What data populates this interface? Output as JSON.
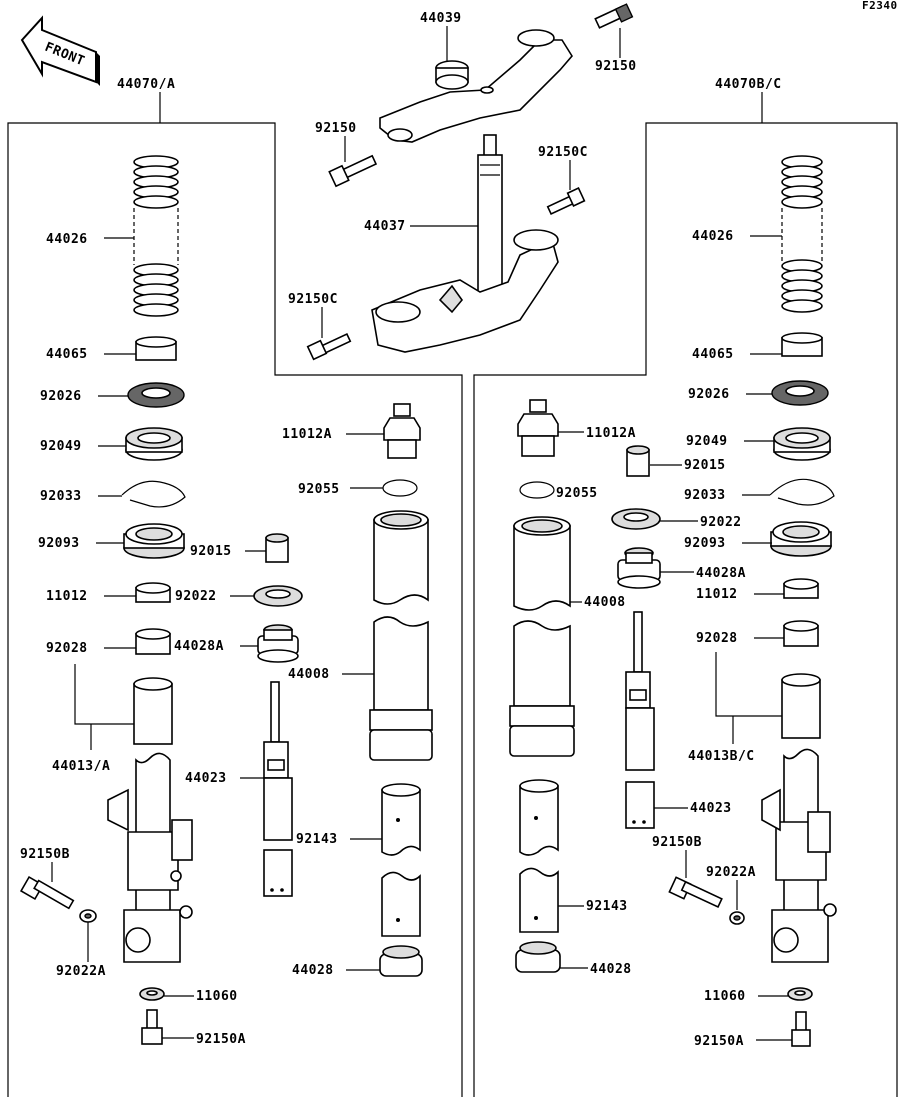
{
  "figure_code": "F2340",
  "front_sign": "FRONT",
  "labels": {
    "l_44039": "44039",
    "l_92150_top": "92150",
    "l_92150_mid": "92150",
    "l_92150C_a": "92150C",
    "l_92150C_b": "92150C",
    "l_44037": "44037",
    "l_44070A": "44070/A",
    "l_44070BC": "44070B/C",
    "L_44026": "44026",
    "L_44065": "44065",
    "L_92026": "92026",
    "L_92049": "92049",
    "L_92033": "92033",
    "L_92093": "92093",
    "L_92015": "92015",
    "L_11012": "11012",
    "L_92022": "92022",
    "L_92028": "92028",
    "L_44028A": "44028A",
    "L_44013A": "44013/A",
    "L_44023": "44023",
    "L_92150B": "92150B",
    "L_92022A": "92022A",
    "L_11060": "11060",
    "L_92150A": "92150A",
    "L_11012A": "11012A",
    "L_92055": "92055",
    "L_44008": "44008",
    "L_92143": "92143",
    "L_44028": "44028",
    "R_44026": "44026",
    "R_44065": "44065",
    "R_92026": "92026",
    "R_11012A": "11012A",
    "R_92049": "92049",
    "R_92015": "92015",
    "R_92055": "92055",
    "R_92033": "92033",
    "R_92022": "92022",
    "R_92093": "92093",
    "R_44028A": "44028A",
    "R_44008": "44008",
    "R_11012": "11012",
    "R_92028": "92028",
    "R_44013BC": "44013B/C",
    "R_44023": "44023",
    "R_92150B": "92150B",
    "R_92022A": "92022A",
    "R_92143": "92143",
    "R_44028": "44028",
    "R_11060": "11060",
    "R_92150A": "92150A"
  }
}
